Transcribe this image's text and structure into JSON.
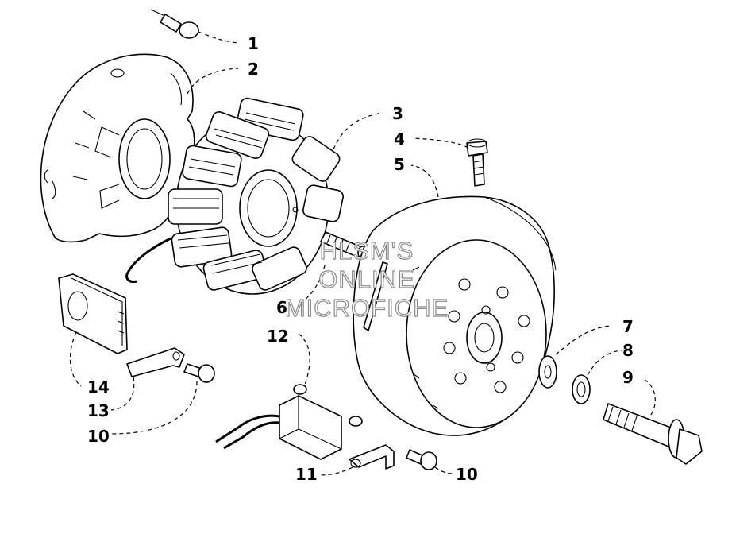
{
  "watermark": {
    "line1": "HLSM'S",
    "line2": "ONLINE",
    "line3": "MICROFICHE"
  },
  "callouts": [
    "1",
    "2",
    "3",
    "4",
    "5",
    "6",
    "7",
    "8",
    "9",
    "10",
    "10",
    "11",
    "12",
    "13",
    "14"
  ],
  "parts": [
    {
      "ref": "1",
      "kind": "screw"
    },
    {
      "ref": "2",
      "kind": "cover"
    },
    {
      "ref": "3",
      "kind": "stator"
    },
    {
      "ref": "4",
      "kind": "bolt"
    },
    {
      "ref": "5",
      "kind": "flywheel"
    },
    {
      "ref": "6",
      "kind": "stud"
    },
    {
      "ref": "7",
      "kind": "washer"
    },
    {
      "ref": "8",
      "kind": "lock-washer"
    },
    {
      "ref": "9",
      "kind": "flange-bolt"
    },
    {
      "ref": "10",
      "kind": "screw"
    },
    {
      "ref": "11",
      "kind": "clamp"
    },
    {
      "ref": "12",
      "kind": "sensor"
    },
    {
      "ref": "13",
      "kind": "bracket"
    },
    {
      "ref": "14",
      "kind": "cover-plate"
    }
  ]
}
